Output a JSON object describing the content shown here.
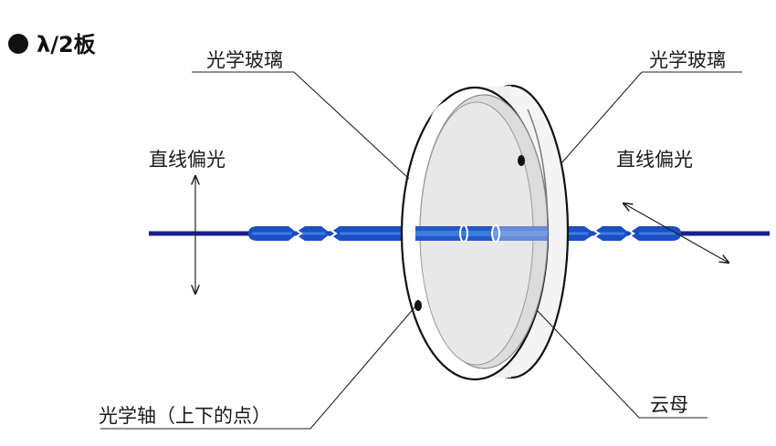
{
  "title": "λ/2板",
  "labels": {
    "glass_left": "光学玻璃",
    "glass_right": "光学玻璃",
    "linear_pol_in": "直线偏光",
    "linear_pol_out": "直线偏光",
    "optical_axis": "光学轴（上下的点）",
    "mica": "云母"
  },
  "colors": {
    "beam_dark": "#1a1f8c",
    "beam_mid": "#1c4fc4",
    "beam_light": "#3a7ee0",
    "glass_fill": "#dcdcdc",
    "glass_edge": "#ffffff",
    "outline": "#111111"
  }
}
